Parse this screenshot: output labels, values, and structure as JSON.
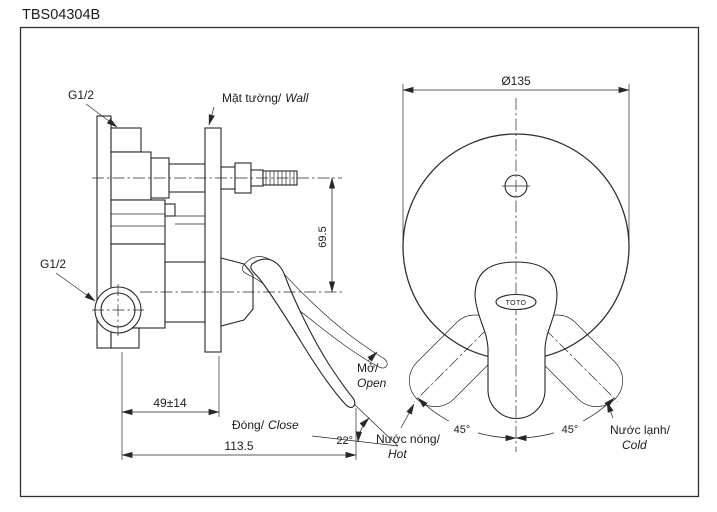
{
  "title": "TBS04304B",
  "colors": {
    "line": "#272727",
    "background": "#ffffff"
  },
  "side_view": {
    "g12_top": "G1/2",
    "g12_bottom": "G1/2",
    "wall_vi": "Mặt tường/",
    "wall_en": "Wall",
    "open_vi": "Mở/",
    "open_en": "Open",
    "close_vi": "Đóng/",
    "close_en": "Close",
    "dim_offset": "69.5",
    "dim_depth": "49±14",
    "dim_reach": "113.5",
    "open_angle": "22°"
  },
  "front_view": {
    "dim_diameter": "Ø135",
    "angle_hot": "45°",
    "angle_cold": "45°",
    "hot_vi": "Nước nóng/",
    "hot_en": "Hot",
    "cold_vi": "Nước lạnh/",
    "cold_en": "Cold",
    "logo": "TOTO"
  }
}
